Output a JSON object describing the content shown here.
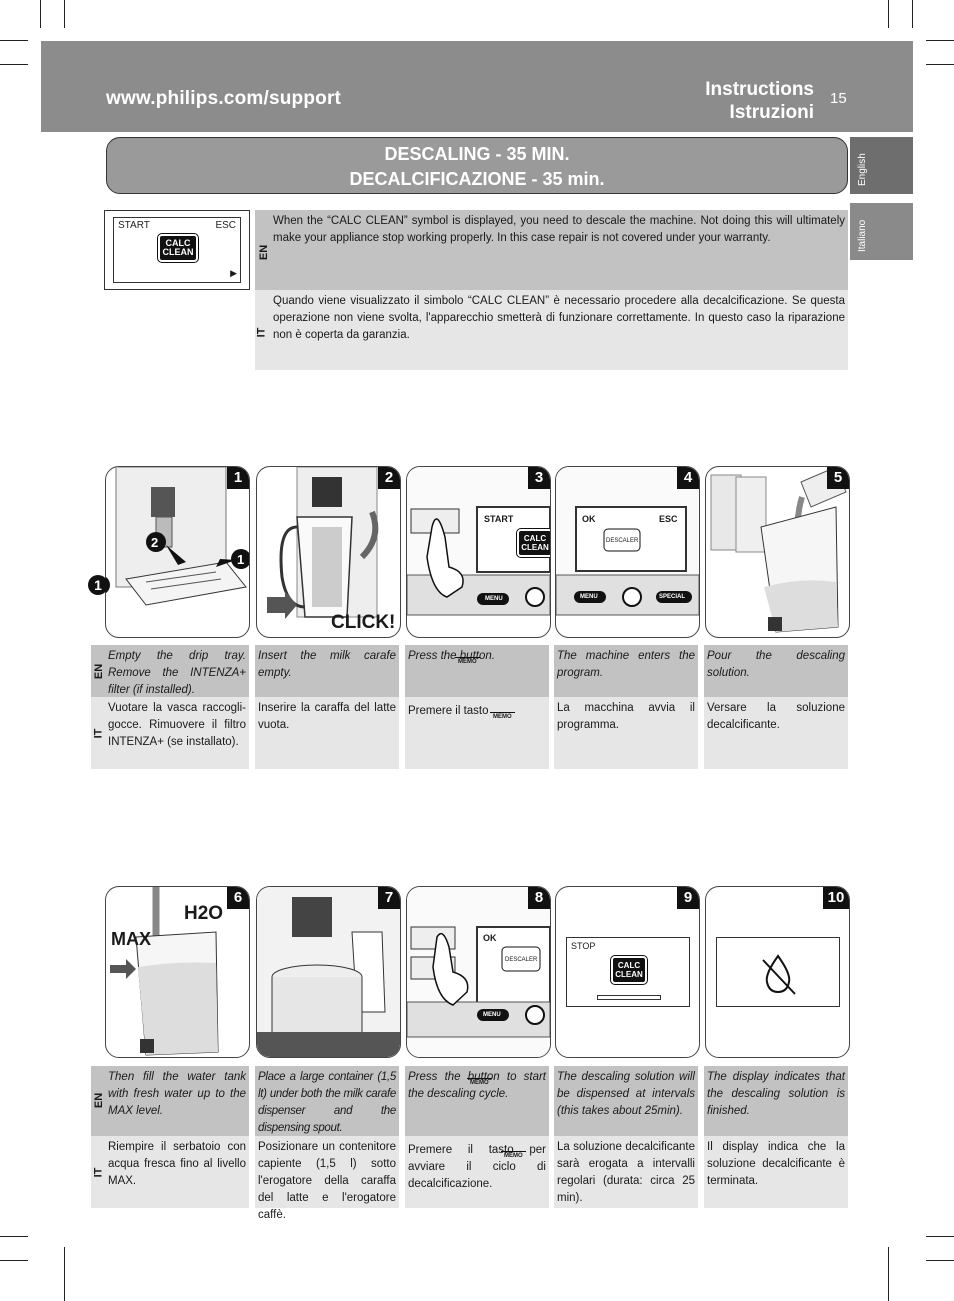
{
  "header": {
    "url": "www.philips.com/support",
    "title1": "Instructions",
    "title2": "Istruzioni",
    "page": "15"
  },
  "tabs": {
    "english": "English",
    "italiano": "Italiano"
  },
  "banner": {
    "line1": "DESCALING - 35 MIN.",
    "line2": "DECALCIFICAZIONE - 35 min."
  },
  "intro_screen": {
    "start": "START",
    "esc": "ESC",
    "calc": "CALC CLEAN"
  },
  "intro": {
    "en_label": "EN",
    "it_label": "IT",
    "en_text": "When the “CALC CLEAN” symbol is displayed, you need to descale the machine. Not doing this will ultimately make your appliance stop working properly. In this case repair is not covered under your warranty.",
    "it_text": "Quando viene visualizzato il simbolo “CALC CLEAN” è necessario procedere alla decalcificazione. Se questa operazione non viene svolta, l'apparecchio smetterà di funzionare correttamente. In questo caso la riparazione non è coperta da garanzia."
  },
  "labels": {
    "click": "CLICK!",
    "max": "MAX",
    "h2o": "H2O",
    "menu": "MENU",
    "special": "SPECIAL",
    "ok": "OK",
    "esc": "ESC",
    "start": "START",
    "stop": "STOP",
    "descaler": "DESCALER",
    "memo": "MEMO",
    "calc": "CALC CLEAN"
  },
  "steps": [
    {
      "n": "1",
      "en": "Empty the drip tray. Remove the INTENZA+ filter (if installed).",
      "it": "Vuotare la vasca raccogli-gocce. Rimuovere il filtro INTENZA+ (se installato)."
    },
    {
      "n": "2",
      "en": "Insert the milk carafe empty.",
      "it": "Inserire la caraffa del latte vuota."
    },
    {
      "n": "3",
      "en": "Press the button.",
      "it": "Premere il tasto"
    },
    {
      "n": "4",
      "en": "The machine enters the program.",
      "it": "La macchina avvia il programma."
    },
    {
      "n": "5",
      "en": "Pour the descaling solution.",
      "it": "Versare la soluzione decalcificante."
    },
    {
      "n": "6",
      "en": "Then fill the water tank with fresh water up to the MAX level.",
      "it": "Riempire il serbatoio con acqua fresca fino al livello MAX."
    },
    {
      "n": "7",
      "en": "Place a large container (1,5 lt) under both the milk carafe dispenser and the dispensing spout.",
      "it": "Posizionare un contenitore capiente (1,5 l) sotto l'erogatore della caraffa del latte e l'erogatore caffè."
    },
    {
      "n": "8",
      "en": "Press the button to start the descaling cycle.",
      "it": "Premere il tasto per avviare il ciclo di decalcificazione."
    },
    {
      "n": "9",
      "en": "The descaling solution will be dispensed at intervals (this takes about 25min).",
      "it": "La soluzione decalcificante sarà erogata a intervalli regolari (durata: circa 25 min)."
    },
    {
      "n": "10",
      "en": "The display indicates that the descaling solution is finished.",
      "it": "Il display indica che la soluzione decalcificante è terminata."
    }
  ]
}
